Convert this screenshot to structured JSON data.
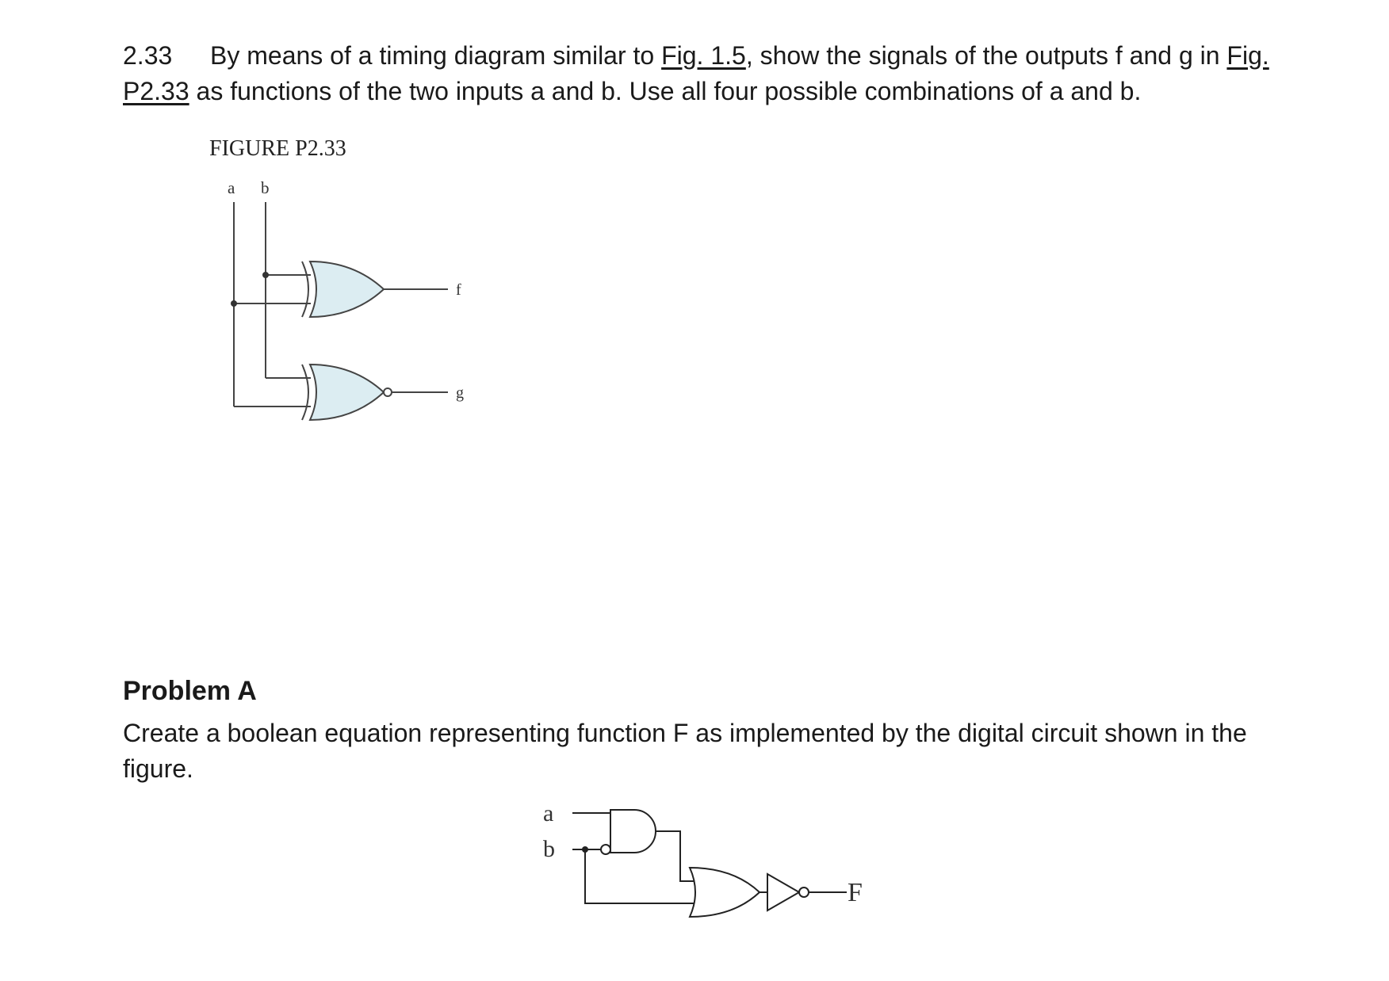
{
  "problem_2_33": {
    "number": "2.33",
    "text_1": "By means of a timing diagram similar to ",
    "ref_1": "Fig. 1.5",
    "text_2": ", show the signals of the outputs f and g in ",
    "ref_2": "Fig. P2.33",
    "text_3": " as functions of the two inputs a and b. Use all four possible combinations of a and b."
  },
  "figure_p233": {
    "caption": "FIGURE P2.33",
    "input_a": "a",
    "input_b": "b",
    "output_f": "f",
    "output_g": "g",
    "gates": [
      "xor-gate",
      "xnor-gate"
    ],
    "gate_fill": "#dcedf2"
  },
  "problem_a": {
    "heading": "Problem A",
    "text": "Create a boolean equation representing function F as implemented by the digital circuit shown in the figure."
  },
  "circuit_a": {
    "input_a": "a",
    "input_b": "b",
    "output_F": "F",
    "gates": [
      "and-gate",
      "or-gate",
      "not-gate"
    ]
  }
}
